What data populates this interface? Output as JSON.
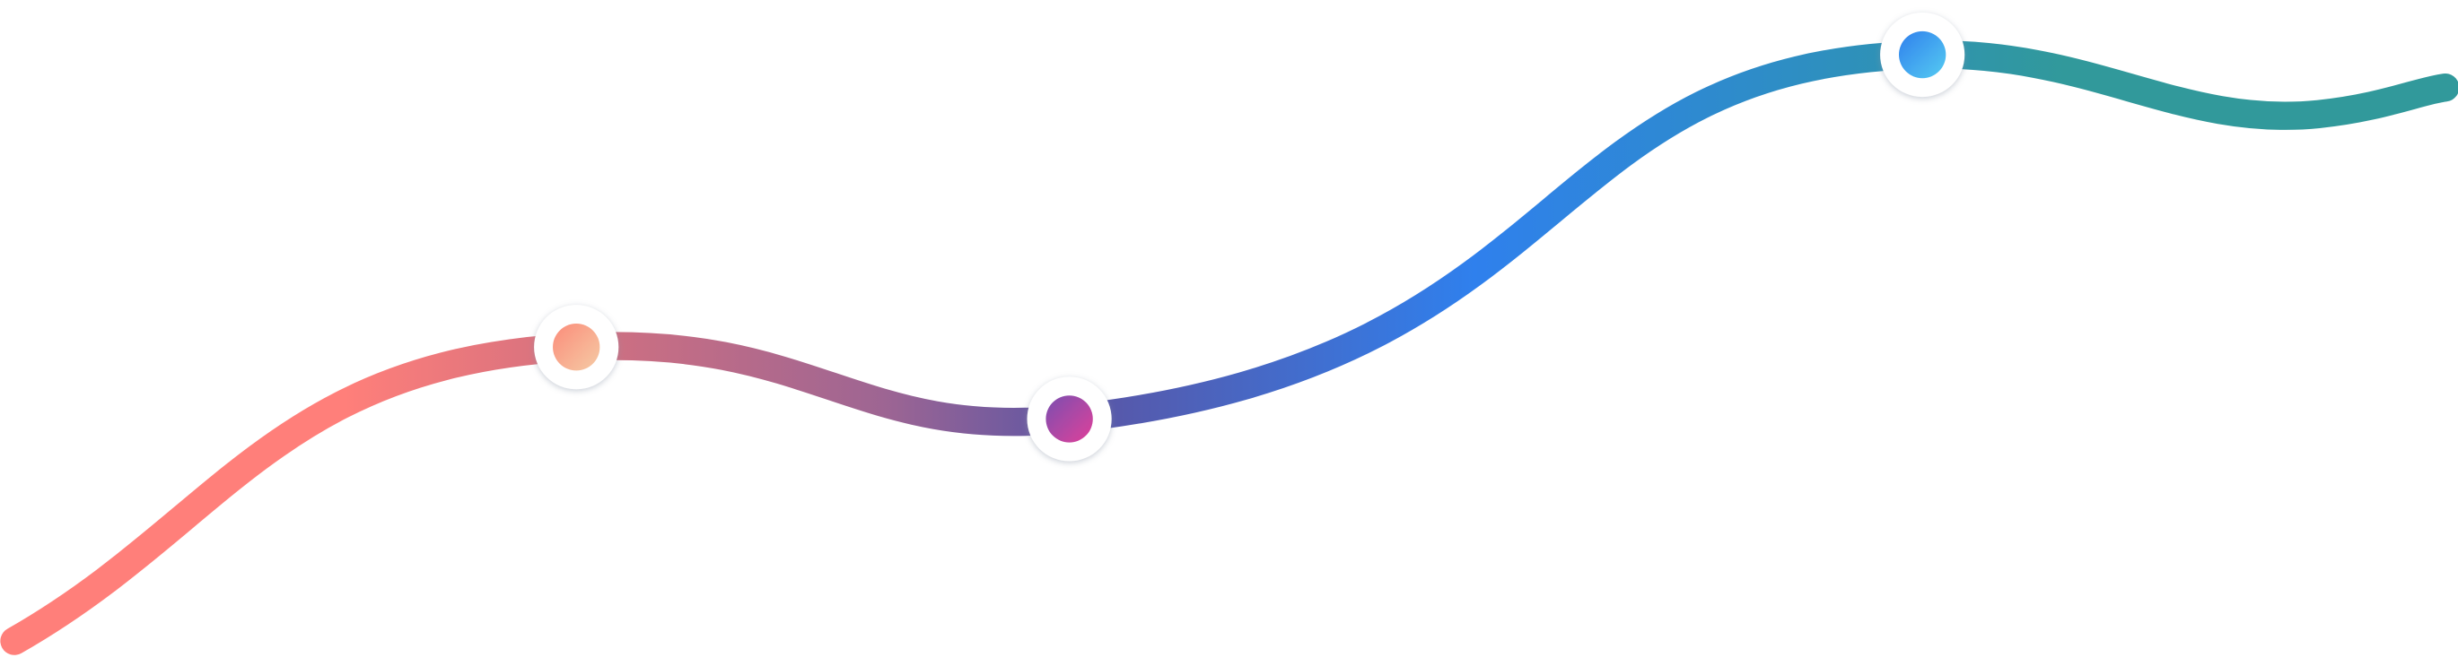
{
  "colors": {
    "wave_stops": [
      "#ff7f7a",
      "#ff7f7a",
      "#d5717f",
      "#9d6593",
      "#5a55a5",
      "#2f80ed",
      "#2e8fc0",
      "#31999b",
      "#31999b"
    ],
    "ring": "#ffffff",
    "background": "#ffffff"
  },
  "steps": [
    {
      "name": "step-1",
      "from": "#fb8c7a",
      "to": "#f5cba5"
    },
    {
      "name": "step-2",
      "from": "#7b4fb0",
      "to": "#e0409a"
    },
    {
      "name": "step-3",
      "from": "#2f80ed",
      "to": "#56ccf2"
    }
  ]
}
